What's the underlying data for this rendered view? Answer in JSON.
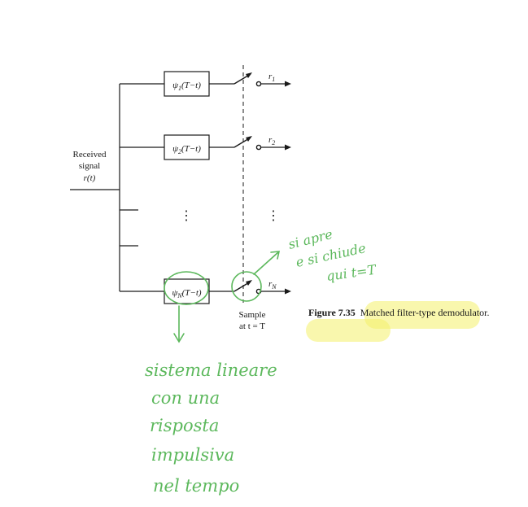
{
  "figure": {
    "input_label": [
      "Received",
      "signal",
      "r(t)"
    ],
    "filters": [
      {
        "name": "ψ",
        "sub": "1",
        "arg": "(T−t)"
      },
      {
        "name": "ψ",
        "sub": "2",
        "arg": "(T−t)"
      },
      {
        "name": "ψ",
        "sub": "N",
        "arg": "(T−t)"
      }
    ],
    "outputs": [
      {
        "name": "r",
        "sub": "1"
      },
      {
        "name": "r",
        "sub": "2"
      },
      {
        "name": "r",
        "sub": "N"
      }
    ],
    "sample_label": [
      "Sample",
      "at t = T"
    ],
    "ellipsis": "⋮"
  },
  "caption": {
    "number": "Figure 7.35",
    "text": "Matched filter-type demodulator."
  },
  "annotations": {
    "right_note": [
      "si apre",
      "e si chiude",
      "qui t=T"
    ],
    "bottom_note": [
      "sistema lineare",
      "con una",
      "risposta",
      "impulsiva",
      "nel tempo"
    ],
    "ink_color": "#5cb85c",
    "highlight_color": "#f4f06a"
  }
}
